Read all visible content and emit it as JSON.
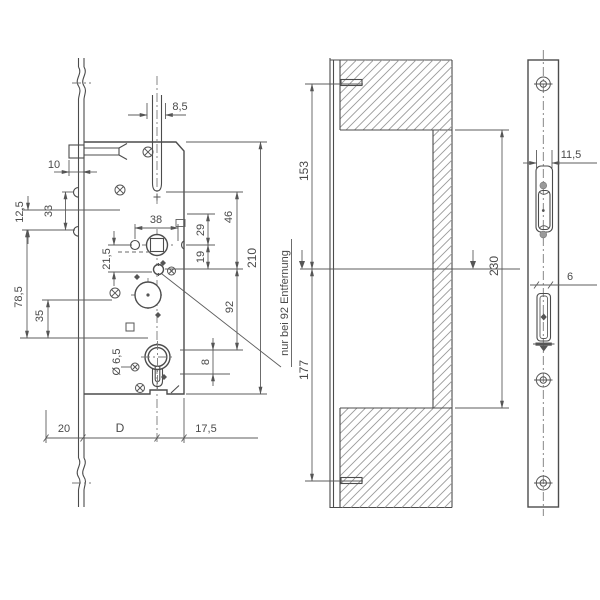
{
  "side_view": {
    "dims": {
      "latch_protrusion": "10",
      "lug_spacing": "33",
      "offset_125": "12,5",
      "height_785": "78,5",
      "offset_35": "35",
      "latch_width": "8,5",
      "offset_215": "21,5",
      "width_38": "38",
      "offset_29": "29",
      "offset_19": "19",
      "offset_46": "46",
      "distance_92": "92",
      "case_height": "210",
      "offset_8": "8",
      "hole_dia": "Ø 6,5",
      "backset_left": "20",
      "backset_variable": "D",
      "offset_175": "17,5"
    },
    "note": "nur bei 92 Entfernung"
  },
  "section_view": {
    "dims": {
      "top_153": "153",
      "bottom_177": "177",
      "opening_230": "230"
    }
  },
  "faceplate_view": {
    "dims": {
      "latch_slot_width": "11,5",
      "bolt_slot_width": "6"
    }
  }
}
